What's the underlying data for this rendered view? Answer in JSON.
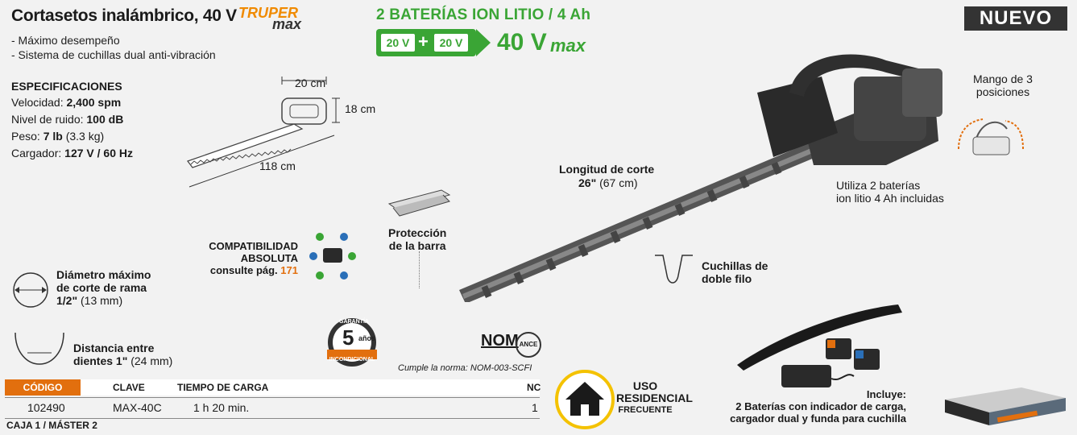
{
  "header": {
    "title": "Cortasetos inalámbrico, 40 V",
    "brand": "TRUPER",
    "brand_sub": "max",
    "badge": "NUEVO"
  },
  "features": [
    "- Máximo desempeño",
    "- Sistema de cuchillas dual anti-vibración"
  ],
  "specs": {
    "heading": "ESPECIFICACIONES",
    "rows": [
      {
        "label": "Velocidad: ",
        "value": "2,400 spm",
        "extra": ""
      },
      {
        "label": "Nivel de ruido: ",
        "value": "100 dB",
        "extra": ""
      },
      {
        "label": "Peso: ",
        "value": "7 lb",
        "extra": " (3.3 kg)"
      },
      {
        "label": "Cargador: ",
        "value": "127 V / 60 Hz",
        "extra": ""
      }
    ]
  },
  "dimensions": {
    "width": "20 cm",
    "height": "18 cm",
    "length": "118 cm"
  },
  "battery": {
    "title": "2 BATERÍAS ION LITIO / 4 Ah",
    "cell1": "20 V",
    "cell2": "20 V",
    "plus": "+",
    "total": "40 V",
    "total_sub": "max"
  },
  "colors": {
    "accent": "#e26f0e",
    "green": "#3aa535",
    "dark": "#333333"
  },
  "callouts": {
    "cut_length_title": "Longitud de corte",
    "cut_length_value": "26\"",
    "cut_length_metric": "(67 cm)",
    "handle": [
      "Mango de 3",
      "posiciones"
    ],
    "batteries": [
      "Utiliza 2 baterías",
      "ion litio 4 Ah incluidas"
    ],
    "bar_protection": [
      "Protección",
      "de la barra"
    ],
    "blades": [
      "Cuchillas de",
      "doble filo"
    ]
  },
  "compat": {
    "line1": "COMPATIBILIDAD",
    "line2": "ABSOLUTA",
    "line3": "consulte pág.",
    "page": "171"
  },
  "branch": {
    "line1": "Diámetro máximo",
    "line2": "de corte de rama",
    "value": "1/2\"",
    "metric": "(13 mm)"
  },
  "teeth": {
    "line1": "Distancia entre",
    "line2": "dientes 1\"",
    "metric": "(24 mm)"
  },
  "warranty": {
    "top": "GARANTÍA",
    "num": "5",
    "unit": "años",
    "bottom": "INCONDICIONAL"
  },
  "nom": {
    "mark": "NOM",
    "ance": "ANCE",
    "text": "Cumple la norma: NOM-003-SCFI"
  },
  "table": {
    "headers": [
      "CÓDIGO",
      "CLAVE",
      "TIEMPO DE CARGA",
      "NC"
    ],
    "row": [
      "102490",
      "MAX-40C",
      "1 h 20 min.",
      "1"
    ],
    "footer": "CAJA 1 / MÁSTER 2"
  },
  "uso": {
    "line1": "USO",
    "line2": "RESIDENCIAL",
    "line3": "FRECUENTE"
  },
  "includes": {
    "title": "Incluye:",
    "line1": "2 Baterías con indicador de carga,",
    "line2": "cargador dual y funda para cuchilla"
  }
}
